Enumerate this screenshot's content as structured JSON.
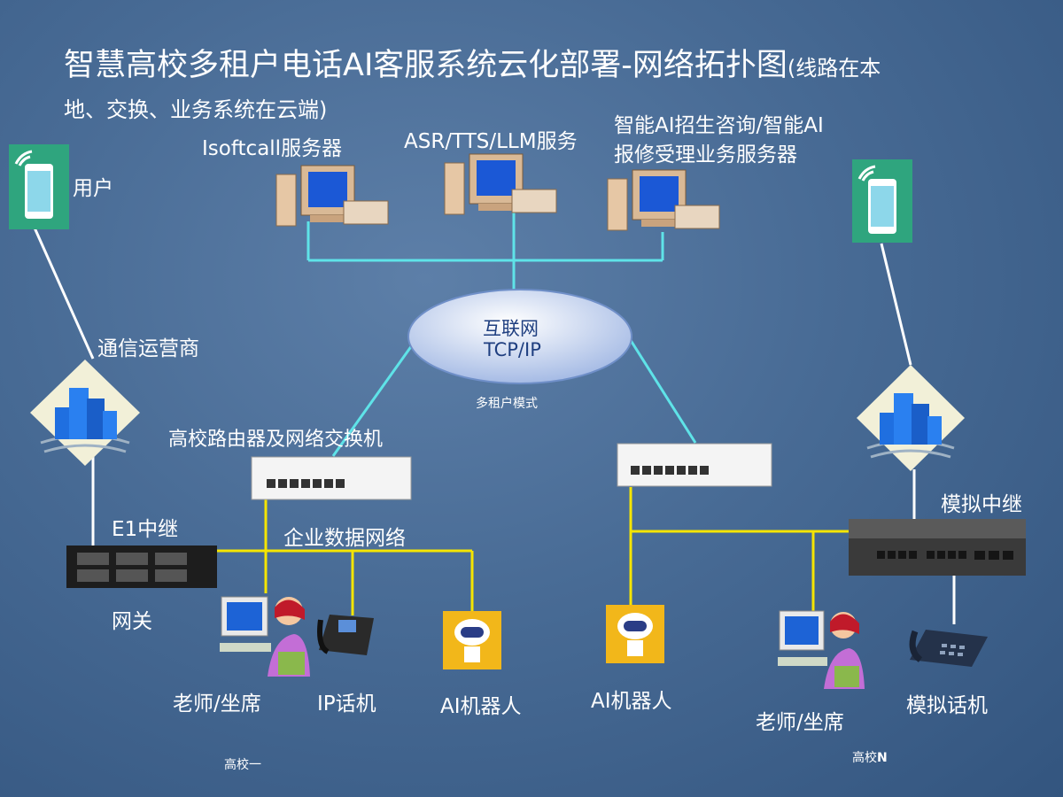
{
  "title": {
    "main": "智慧高校多租户电话AI客服系统云化部署-网络拓扑图",
    "sub_a": "(线路在本",
    "sub_b": "地、交换、业务系统在云端)"
  },
  "servers": {
    "isoftcall": "Isoftcall服务器",
    "asr": "ASR/TTS/LLM服务",
    "biz_line1": "智能AI招生咨询/智能AI",
    "biz_line2": "报修受理业务服务器"
  },
  "internet": {
    "line1": "互联网",
    "line2": "TCP/IP",
    "mode": "多租户模式"
  },
  "left": {
    "user": "用户",
    "carrier": "通信运营商",
    "router": "高校路由器及网络交换机",
    "e1": "E1中继",
    "lan": "企业数据网络",
    "gateway": "网关",
    "teacher": "老师/坐席",
    "ipphone": "IP话机",
    "robot": "AI机器人",
    "campus": "高校一"
  },
  "right": {
    "trunk": "模拟中继",
    "robot": "AI机器人",
    "teacher": "老师/坐席",
    "phone": "模拟话机",
    "campus_prefix": "高校",
    "campus_suffix": "N"
  },
  "colors": {
    "cyan": "#5fe3e8",
    "yellow": "#f5e500",
    "white": "#ffffff"
  }
}
